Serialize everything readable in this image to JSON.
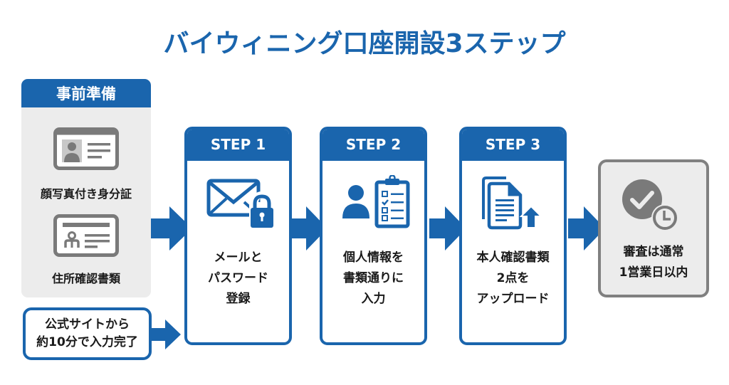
{
  "title": "バイウィニング口座開設3ステップ",
  "colors": {
    "primary_blue": "#1a65ad",
    "panel_gray": "#ececec",
    "icon_gray": "#7a7a7a",
    "text_dark": "#1a1a1a"
  },
  "preparation": {
    "heading": "事前準備",
    "items": [
      {
        "icon": "photo-id-card-icon",
        "label": "顔写真付き身分証"
      },
      {
        "icon": "address-document-card-icon",
        "label": "住所確認書類"
      }
    ]
  },
  "note": {
    "line1": "公式サイトから",
    "line2": "約10分で入力完了"
  },
  "steps": [
    {
      "header": "STEP 1",
      "icon": "email-lock-icon",
      "lines": [
        "メールと",
        "パスワード",
        "登録"
      ]
    },
    {
      "header": "STEP 2",
      "icon": "person-checklist-icon",
      "lines": [
        "個人情報を",
        "書類通りに",
        "入力"
      ]
    },
    {
      "header": "STEP 3",
      "icon": "documents-upload-icon",
      "lines": [
        "本人確認書類",
        "2点を",
        "アップロード"
      ]
    }
  ],
  "result": {
    "icon": "check-clock-icon",
    "lines": [
      "審査は通常",
      "1営業日以内"
    ]
  }
}
